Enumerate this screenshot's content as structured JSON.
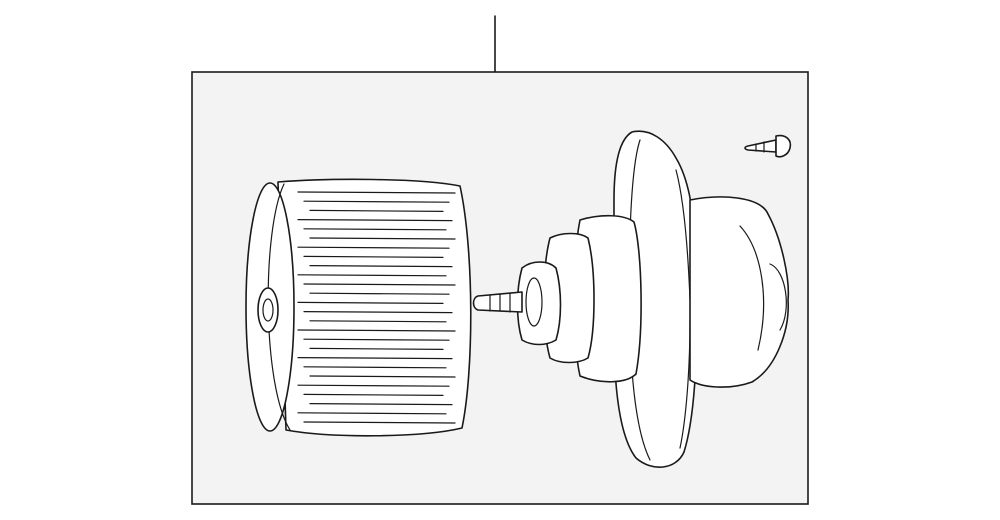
{
  "diagram": {
    "colors": {
      "panel_fill": "#f3f3f3",
      "part_fill": "#ffffff",
      "line": "#1a1a1a"
    },
    "parts": [
      {
        "name": "blower-wheel"
      },
      {
        "name": "blower-motor"
      },
      {
        "name": "mounting-screw"
      }
    ]
  }
}
